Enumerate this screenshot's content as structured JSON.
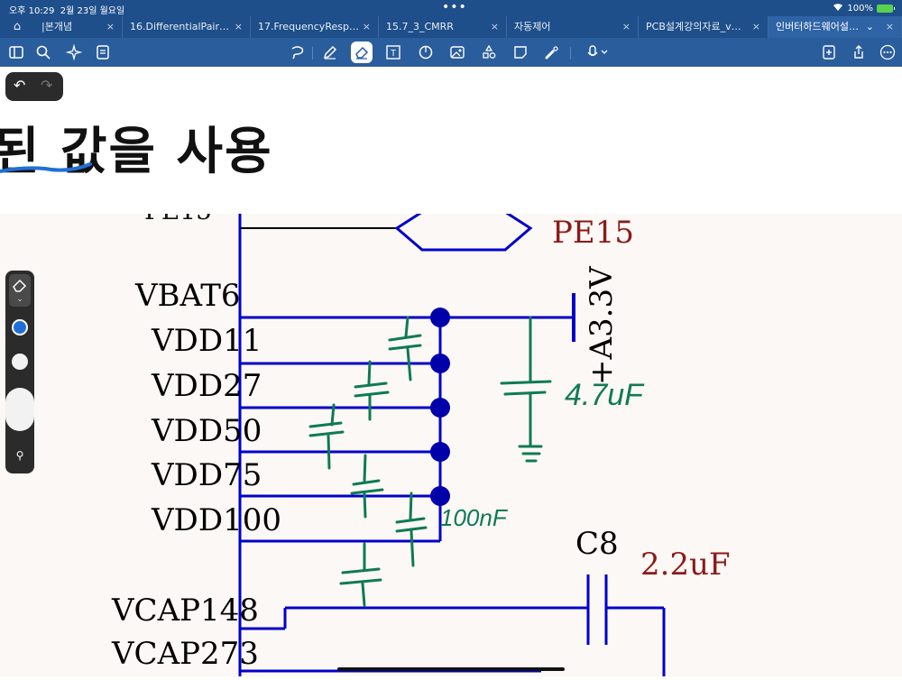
{
  "status_bar": {
    "time": "오후 10:29",
    "date": "2월 23일 월요일",
    "battery": "100%",
    "more": "•••"
  },
  "tabs": [
    {
      "label": "|본개념",
      "active": false
    },
    {
      "label": "16.DifferentialPair…",
      "active": false
    },
    {
      "label": "17.FrequencyResp…",
      "active": false
    },
    {
      "label": "15.7_3_CMRR",
      "active": false
    },
    {
      "label": "자동제어",
      "active": false
    },
    {
      "label": "PCB설계강의자료_v…",
      "active": false
    },
    {
      "label": "인버터하드웨어설…",
      "active": true
    }
  ],
  "toolbar": {
    "left_icons": [
      "sidebar-icon",
      "search-icon",
      "ai-sparkle-icon",
      "document-icon"
    ],
    "center_icons": [
      "lasso-icon",
      "pen-icon",
      "eraser-icon",
      "textbox-icon",
      "shape-icon",
      "image-icon",
      "elements-icon",
      "sticky-note-icon",
      "laser-pointer-icon",
      "microphone-icon"
    ],
    "right_icons": [
      "new-page-icon",
      "share-icon",
      "more-icon"
    ],
    "selected_tool": "eraser-icon"
  },
  "document": {
    "heading": "된 값을 사용",
    "schematic": {
      "net_label": "PE15",
      "pins": [
        "VBAT6",
        "VDD11",
        "VDD27",
        "VDD50",
        "VDD75",
        "VDD100",
        "VCAP148",
        "VCAP273"
      ],
      "supply_label": "+A3.3V",
      "cap_name": "C8",
      "cap_value": "2.2uF"
    },
    "handwritten_notes": [
      "4.7uF",
      "100nF"
    ]
  },
  "colors": {
    "tab_bar": "#1e4f8a",
    "toolbar": "#2a5d9c",
    "schematic_wire": "#0000cc",
    "schematic_text": "#000000",
    "label_red": "#8b1a1a",
    "ink_green": "#0f7a55",
    "ink_blue": "#1f6fd6"
  },
  "palette": {
    "colors": [
      "#1f6fd6",
      "#ffffff"
    ]
  }
}
